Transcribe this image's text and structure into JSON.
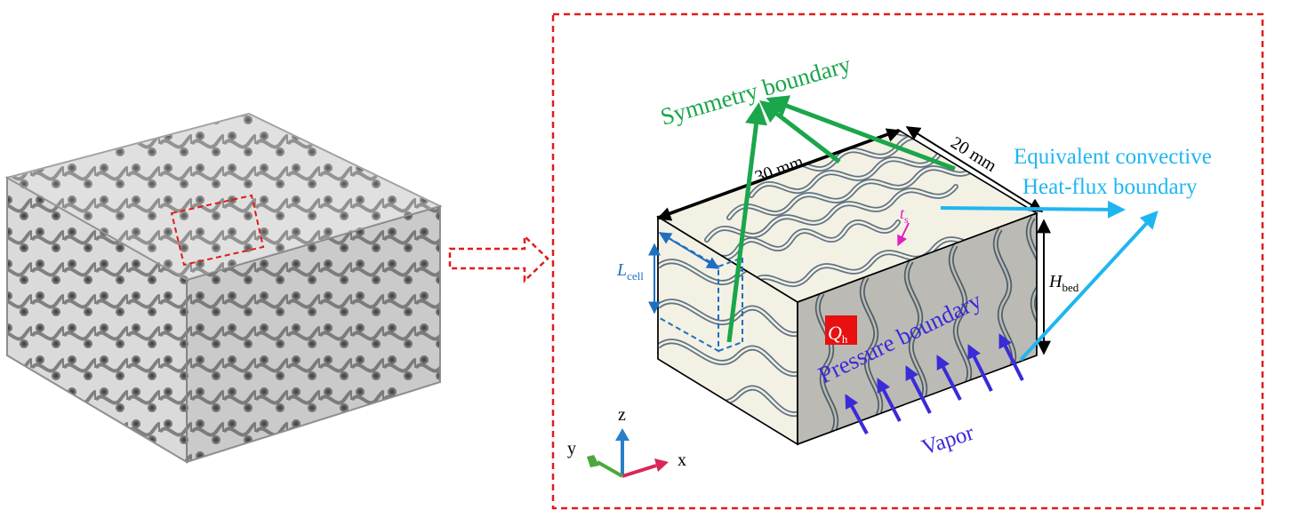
{
  "labels": {
    "symmetry_boundary": "Symmetry boundary",
    "length_30": "30 mm",
    "width_20": "20 mm",
    "equivalent_line1": "Equivalent convective",
    "equivalent_line2": "Heat-flux boundary",
    "t_s_main": "t",
    "t_s_sub": "s",
    "l_cell_main": "L",
    "l_cell_sub": "cell",
    "h_bed_main": "H",
    "h_bed_sub": "bed",
    "q_h_main": "Q",
    "q_h_sub": "h",
    "pressure_boundary": "Pressure boundary",
    "vapor": "Vapor",
    "axis_z": "z",
    "axis_y": "y",
    "axis_x": "x"
  },
  "colors": {
    "green": "#1aa64b",
    "cyan": "#1fb6f0",
    "blue": "#3a2bd9",
    "frame_red": "#e01c1c",
    "magenta": "#e020c0",
    "dim_blue": "#1e6fc0",
    "qh_bg": "#e81010"
  }
}
